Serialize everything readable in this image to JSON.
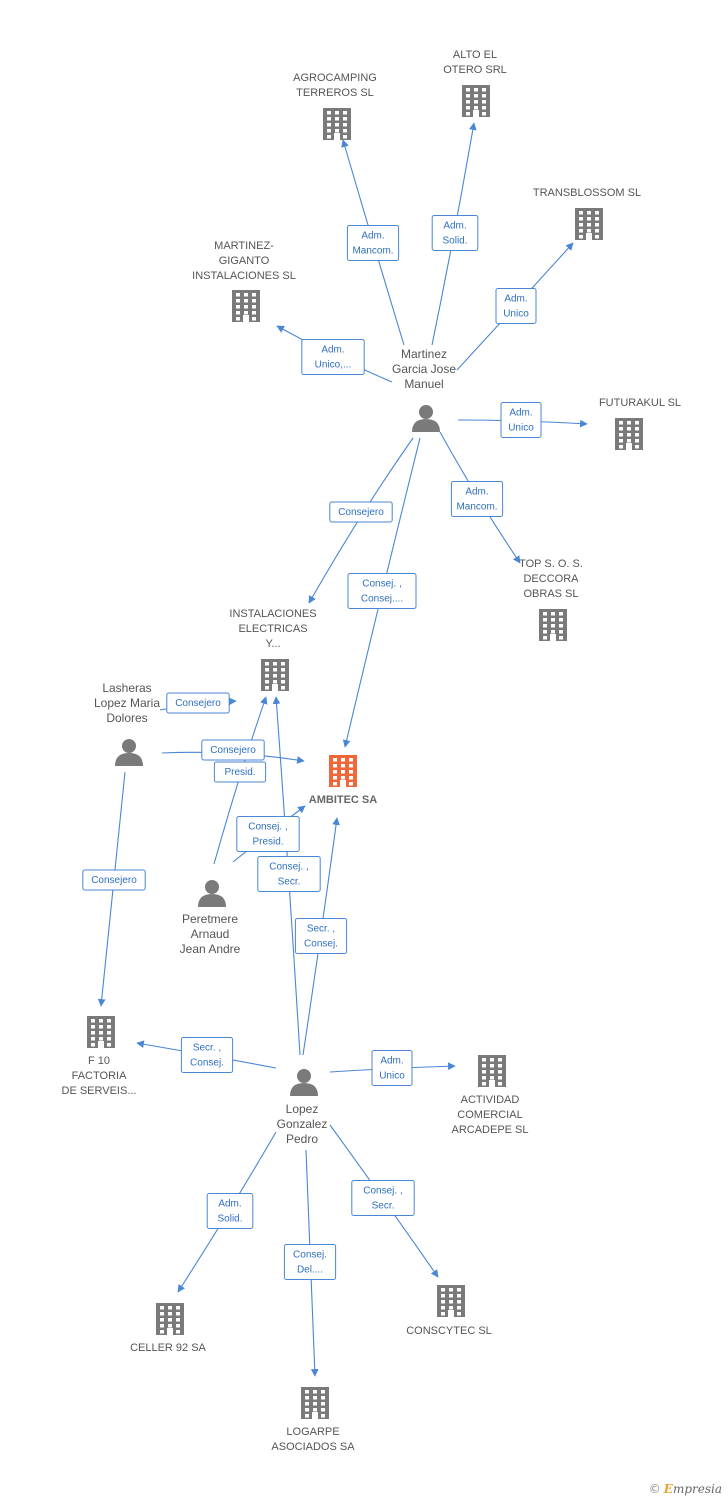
{
  "colors": {
    "edge": "#4a86d6",
    "company": "#7a7a7a",
    "center": "#f2673a",
    "person": "#7a7a7a"
  },
  "nodes": {
    "ambitec": {
      "label": "AMBITEC SA",
      "icon": "building-icon"
    },
    "agrocamping": {
      "label": "AGROCAMPING\nTERREROS SL",
      "icon": "building-icon"
    },
    "alto_otero": {
      "label": "ALTO EL\nOTERO SRL",
      "icon": "building-icon"
    },
    "transblossom": {
      "label": "TRANSBLOSSOM SL",
      "icon": "building-icon"
    },
    "martinez_giganto": {
      "label": "MARTINEZ-\nGIGANTO\nINSTALACIONES SL",
      "icon": "building-icon"
    },
    "futurakul": {
      "label": "FUTURAKUL SL",
      "icon": "building-icon"
    },
    "tops": {
      "label": "TOP S. O. S.\nDECCORA\nOBRAS SL",
      "icon": "building-icon"
    },
    "instalaciones": {
      "label": "INSTALACIONES\nELECTRICAS\nY...",
      "icon": "building-icon"
    },
    "f10": {
      "label": "F 10\nFACTORIA\nDE SERVEIS...",
      "icon": "building-icon"
    },
    "actividad": {
      "label": "ACTIVIDAD\nCOMERCIAL\nARCADEPE SL",
      "icon": "building-icon"
    },
    "celler": {
      "label": "CELLER 92 SA",
      "icon": "building-icon"
    },
    "logarpe": {
      "label": "LOGARPE\nASOCIADOS SA",
      "icon": "building-icon"
    },
    "conscytec": {
      "label": "CONSCYTEC SL",
      "icon": "building-icon"
    },
    "martinez": {
      "label": "Martinez\nGarcia Jose\nManuel",
      "icon": "person-icon"
    },
    "lasheras": {
      "label": "Lasheras\nLopez Maria\nDolores",
      "icon": "person-icon"
    },
    "peretmere": {
      "label": "Peretmere\nArnaud\nJean Andre",
      "icon": "person-icon"
    },
    "lopez": {
      "label": "Lopez\nGonzalez\nPedro",
      "icon": "person-icon"
    }
  },
  "edges": [
    {
      "from": "martinez",
      "to": "agrocamping",
      "label": "Adm.\nMancom."
    },
    {
      "from": "martinez",
      "to": "alto_otero",
      "label": "Adm.\nSolid."
    },
    {
      "from": "martinez",
      "to": "transblossom",
      "label": "Adm.\nUnico"
    },
    {
      "from": "martinez",
      "to": "martinez_giganto",
      "label": "Adm.\nUnico,..."
    },
    {
      "from": "martinez",
      "to": "futurakul",
      "label": "Adm.\nUnico"
    },
    {
      "from": "martinez",
      "to": "tops",
      "label": "Adm.\nMancom."
    },
    {
      "from": "martinez",
      "to": "instalaciones",
      "label": "Consejero"
    },
    {
      "from": "martinez",
      "to": "ambitec",
      "label": "Consej. ,\nConsej...."
    },
    {
      "from": "lasheras",
      "to": "instalaciones",
      "label": "Consejero"
    },
    {
      "from": "lasheras",
      "to": "ambitec",
      "label": "Consejero"
    },
    {
      "from": "lasheras",
      "to": "f10",
      "label": "Consejero"
    },
    {
      "from": "peretmere",
      "to": "instalaciones",
      "label": "Presid."
    },
    {
      "from": "peretmere",
      "to": "ambitec",
      "label": "Consej. ,\nPresid."
    },
    {
      "from": "lopez",
      "to": "instalaciones",
      "label": "Consej. ,\nSecr."
    },
    {
      "from": "lopez",
      "to": "ambitec",
      "label": "Secr. ,\nConsej."
    },
    {
      "from": "lopez",
      "to": "f10",
      "label": "Secr. ,\nConsej."
    },
    {
      "from": "lopez",
      "to": "actividad",
      "label": "Adm.\nUnico"
    },
    {
      "from": "lopez",
      "to": "celler",
      "label": "Adm.\nSolid."
    },
    {
      "from": "lopez",
      "to": "logarpe",
      "label": "Consej.\nDel...."
    },
    {
      "from": "lopez",
      "to": "conscytec",
      "label": "Consej. ,\nSecr."
    }
  ],
  "footer": {
    "copyright": "©",
    "brand_initial": "E",
    "brand_rest": "mpresia"
  }
}
